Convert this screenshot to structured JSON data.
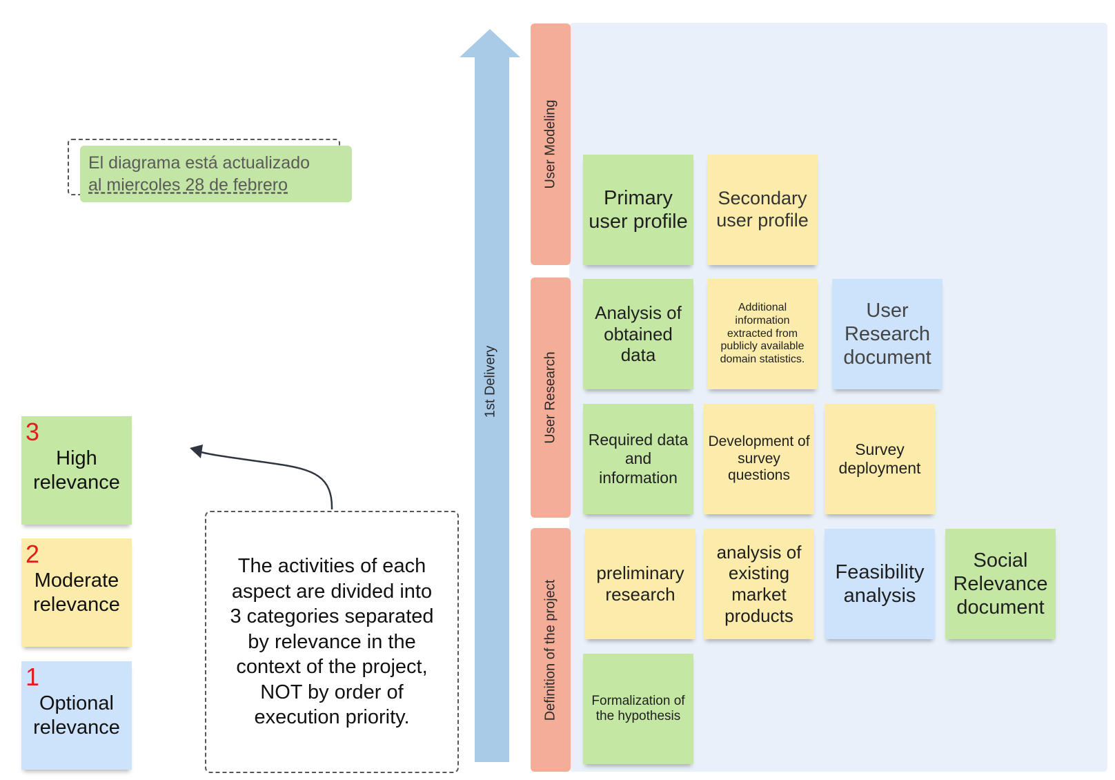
{
  "update_note": {
    "line1": "El diagrama está actualizado",
    "line2": "al miercoles 28 de febrero"
  },
  "legend": [
    {
      "number": "3",
      "label": "High relevance"
    },
    {
      "number": "2",
      "label": "Moderate relevance"
    },
    {
      "number": "1",
      "label": "Optional relevance"
    }
  ],
  "explanation": "The activities of each aspect are divided into 3 categories separated by relevance in the context of the project, NOT by order of execution priority.",
  "delivery_label": "1st Delivery",
  "lanes": {
    "user_modeling": "User Modeling",
    "user_research": "User Research",
    "definition": "Definition of the project"
  },
  "notes": {
    "primary_user_profile": "Primary user profile",
    "secondary_user_profile": "Secondary user profile",
    "analysis_obtained_data": "Analysis of obtained data",
    "additional_information": "Additional information extracted from publicly available domain statistics.",
    "user_research_document": "User Research document",
    "required_data": "Required data and information",
    "survey_questions": "Development of survey questions",
    "survey_deployment": "Survey deployment",
    "preliminary_research": "preliminary research",
    "market_products": "analysis of existing market products",
    "feasibility_analysis": "Feasibility analysis",
    "social_relevance_document": "Social Relevance document",
    "formalization_hypothesis": "Formalization of the hypothesis"
  },
  "colors": {
    "high": "#c4e7a4",
    "moderate": "#fcecac",
    "optional": "#cde2fb",
    "lane": "#f4ad97",
    "board": "#e9f0f9",
    "arrow": "#a9cbe8",
    "legend_number": "#e01e1e"
  }
}
